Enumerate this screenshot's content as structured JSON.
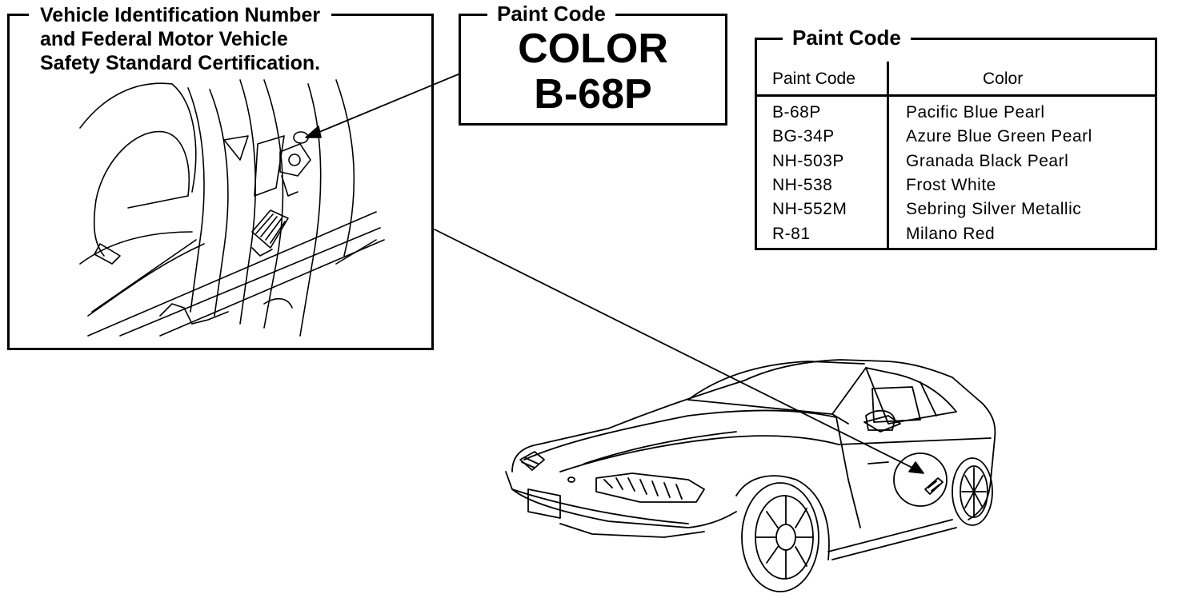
{
  "vin_callout": {
    "lines": [
      "Vehicle Identification Number",
      "and Federal Motor Vehicle",
      "Safety Standard Certification."
    ]
  },
  "paint_label": {
    "title": "Paint Code",
    "line1": "COLOR",
    "line2": "B-68P"
  },
  "paint_table": {
    "title": "Paint Code",
    "headers": [
      "Paint Code",
      "Color"
    ],
    "rows": [
      {
        "code": "B-68P",
        "color": "Pacific Blue Pearl"
      },
      {
        "code": "BG-34P",
        "color": "Azure Blue Green Pearl"
      },
      {
        "code": "NH-503P",
        "color": "Granada Black Pearl"
      },
      {
        "code": "NH-538",
        "color": "Frost White"
      },
      {
        "code": "NH-552M",
        "color": "Sebring Silver Metallic"
      },
      {
        "code": "R-81",
        "color": "Milano Red"
      }
    ]
  },
  "colors": {
    "line": "#000000",
    "background": "#ffffff"
  }
}
